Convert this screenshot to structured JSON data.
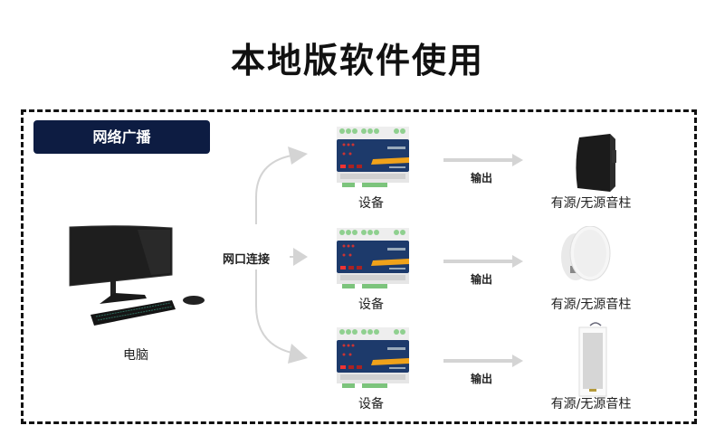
{
  "title": "本地版软件使用",
  "badge": "网络广播",
  "computer": {
    "label": "电脑",
    "icon": "desktop-computer-icon"
  },
  "connection": {
    "label": "网口连接",
    "color": "#d4d4d4"
  },
  "devices": [
    {
      "label": "设备",
      "output_label": "输出",
      "speaker_label": "有源/无源音柱",
      "speaker_type": "wall-box-speaker"
    },
    {
      "label": "设备",
      "output_label": "输出",
      "speaker_label": "有源/无源音柱",
      "speaker_type": "ceiling-speaker"
    },
    {
      "label": "设备",
      "output_label": "输出",
      "speaker_label": "有源/无源音柱",
      "speaker_type": "column-speaker"
    }
  ],
  "colors": {
    "badge_bg": "#0d1c42",
    "device_panel": "#1d3a6b",
    "device_stripe": "#f0a21a",
    "arrow": "#d4d4d4"
  }
}
